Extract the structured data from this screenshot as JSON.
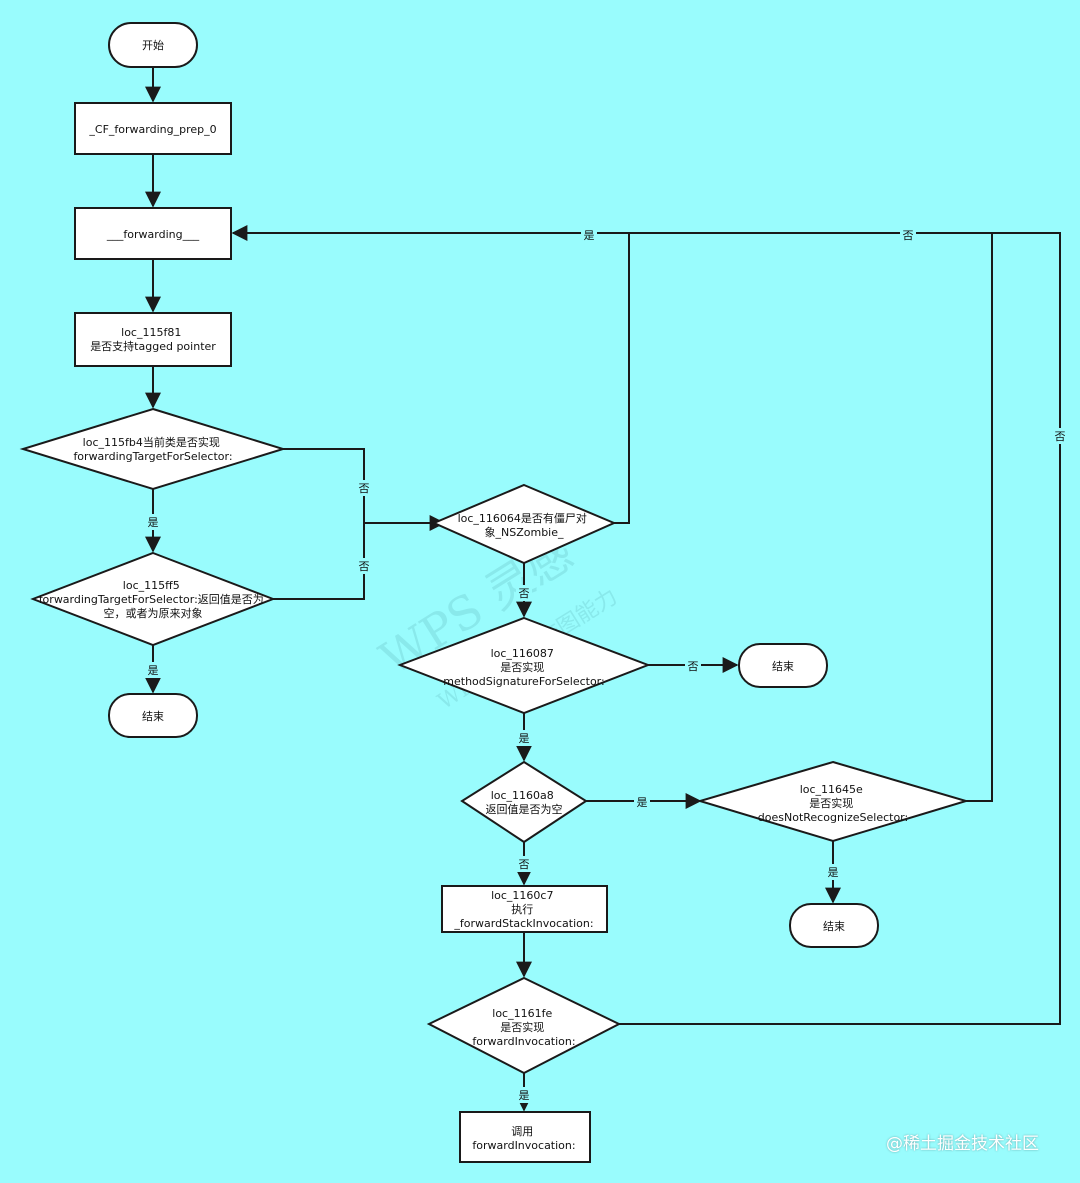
{
  "colors": {
    "background": "#99fcfd",
    "node_fill": "#ffffff",
    "stroke": "#1a1a1a"
  },
  "nodes": {
    "start": {
      "lines": [
        "开始"
      ]
    },
    "prep": {
      "lines": [
        "_CF_forwarding_prep_0"
      ]
    },
    "forwarding": {
      "lines": [
        "___forwarding___"
      ]
    },
    "tagged": {
      "lines": [
        "loc_115f81",
        "是否支持tagged pointer"
      ]
    },
    "fwd_target": {
      "lines": [
        "loc_115fb4当前类是否实现",
        "forwardingTargetForSelector:"
      ]
    },
    "ret_check": {
      "lines": [
        "loc_115ff5",
        "forwardingTargetForSelector:返回值是否为",
        "空，或者为原来对象"
      ]
    },
    "end1": {
      "lines": [
        "结束"
      ]
    },
    "zombie": {
      "lines": [
        "loc_116064是否有僵尸对",
        "象_NSZombie_"
      ]
    },
    "method_sig": {
      "lines": [
        "loc_116087",
        "是否实现",
        "methodSignatureForSelector:"
      ]
    },
    "end2": {
      "lines": [
        "结束"
      ]
    },
    "sig_null": {
      "lines": [
        "loc_1160a8",
        "返回值是否为空"
      ]
    },
    "not_recog": {
      "lines": [
        "loc_11645e",
        "是否实现",
        "doesNotRecognizeSelector:"
      ]
    },
    "end3": {
      "lines": [
        "结束"
      ]
    },
    "stack_inv": {
      "lines": [
        "loc_1160c7",
        "执行",
        "_forwardStackInvocation:"
      ]
    },
    "fwd_inv": {
      "lines": [
        "loc_1161fe",
        "是否实现",
        "forwardInvocation:"
      ]
    },
    "call_inv": {
      "lines": [
        "调用",
        "forwardInvocation:"
      ]
    }
  },
  "edge_labels": {
    "yes": "是",
    "no": "否"
  },
  "watermarks": {
    "wps_main": "WPS 灵感",
    "wps_sub": "WPS仅提供作图能力",
    "site": "@稀土掘金技术社区"
  }
}
